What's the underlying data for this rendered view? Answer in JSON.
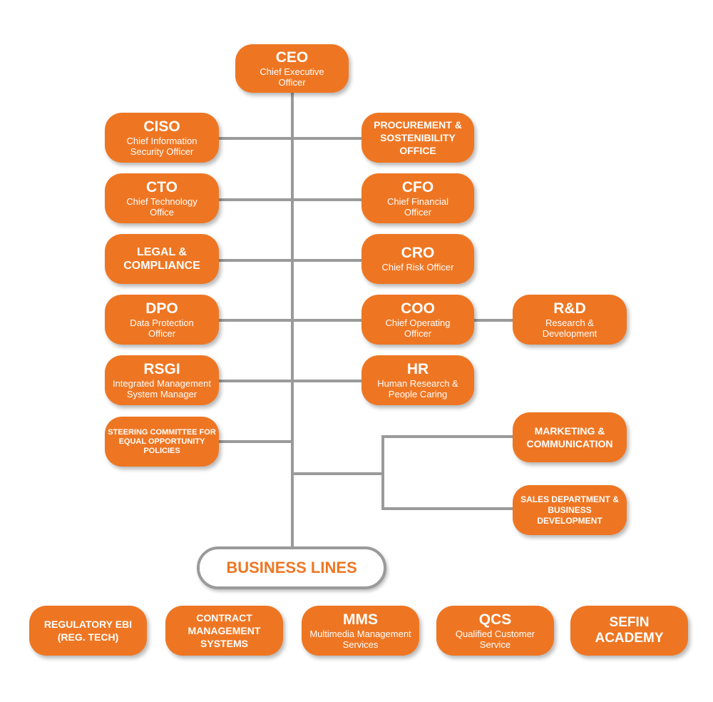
{
  "colors": {
    "accent": "#ee7623",
    "connector": "#9a9a9a",
    "text_on_accent": "#ffffff"
  },
  "ceo": {
    "title": "CEO",
    "sub": "Chief Executive Officer"
  },
  "left": [
    {
      "title": "CISO",
      "sub": "Chief Information Security Officer"
    },
    {
      "title": "CTO",
      "sub": "Chief Technology Office"
    },
    {
      "title": "LEGAL & COMPLIANCE",
      "sub": ""
    },
    {
      "title": "DPO",
      "sub": "Data Protection Officer"
    },
    {
      "title": "RSGI",
      "sub": "Integrated Management System Manager"
    },
    {
      "title": "STEERING COMMITTEE FOR EQUAL OPPORTUNITY POLICIES",
      "sub": ""
    }
  ],
  "right": [
    {
      "title": "PROCUREMENT & SOSTENIBILITY OFFICE",
      "sub": ""
    },
    {
      "title": "CFO",
      "sub": "Chief Financial Officer"
    },
    {
      "title": "CRO",
      "sub": "Chief Risk Officer"
    },
    {
      "title": "COO",
      "sub": "Chief Operating Officer"
    },
    {
      "title": "HR",
      "sub": "Human Research & People Caring"
    }
  ],
  "coo_child": {
    "title": "R&D",
    "sub": "Research & Development"
  },
  "marketing": [
    {
      "title": "MARKETING & COMMUNICATION",
      "sub": ""
    },
    {
      "title": "SALES DEPARTMENT & BUSINESS DEVELOPMENT",
      "sub": ""
    }
  ],
  "business_lines": {
    "label": "BUSINESS LINES"
  },
  "bottom": [
    {
      "title": "REGULATORY EBI (REG. TECH)",
      "sub": ""
    },
    {
      "title": "CONTRACT MANAGEMENT SYSTEMS",
      "sub": ""
    },
    {
      "title": "MMS",
      "sub": "Multimedia Management Services"
    },
    {
      "title": "QCS",
      "sub": "Qualified Customer Service"
    },
    {
      "title": "SEFIN ACADEMY",
      "sub": ""
    }
  ]
}
